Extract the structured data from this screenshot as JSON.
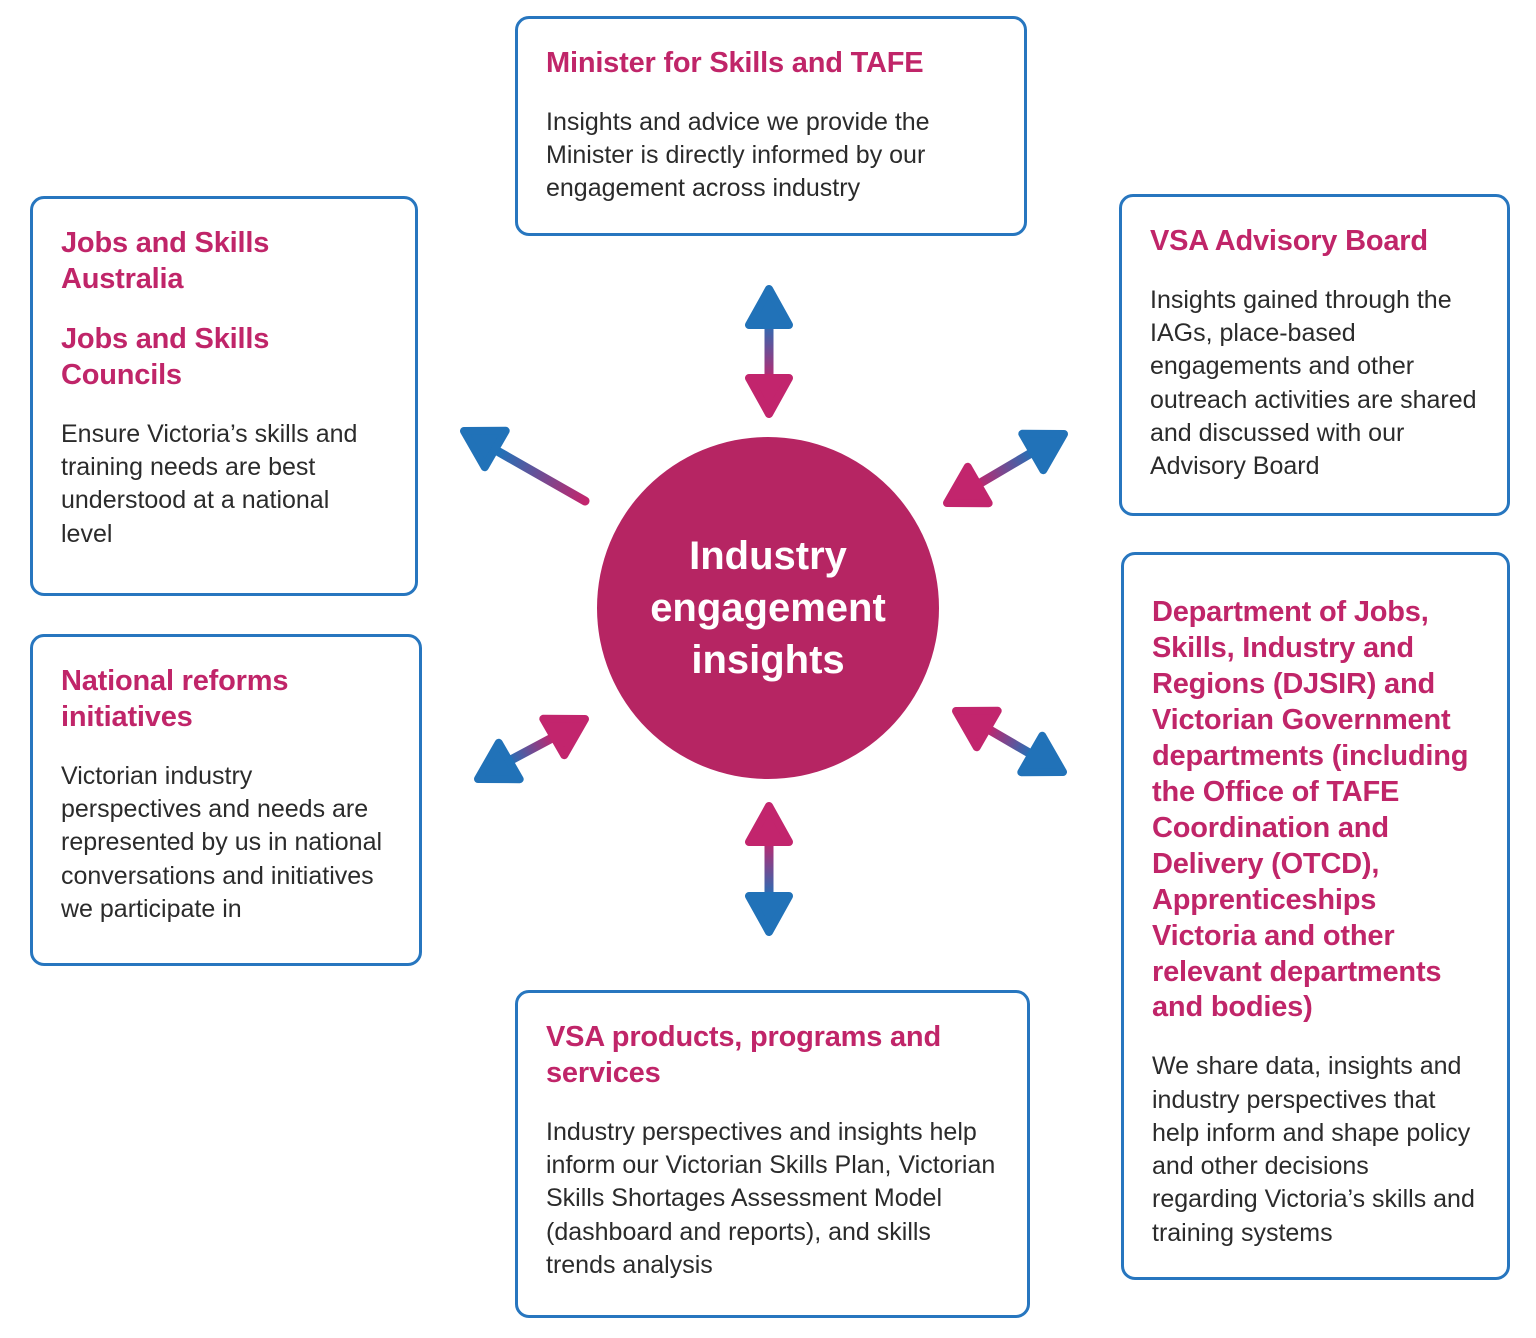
{
  "diagram": {
    "center": {
      "label": "Industry engagement insights"
    },
    "nodes": [
      {
        "id": "minister",
        "position": "top",
        "headings": [
          "Minister for Skills and TAFE"
        ],
        "body": "Insights and advice we provide the Minister is directly informed by our engagement across industry"
      },
      {
        "id": "jobs-and-skills",
        "position": "top-left",
        "headings": [
          "Jobs and Skills Australia",
          "Jobs and Skills Councils"
        ],
        "body": "Ensure Victoria’s skills and training needs are best understood at a national level"
      },
      {
        "id": "national-reforms",
        "position": "bottom-left",
        "headings": [
          "National reforms initiatives"
        ],
        "body": "Victorian industry perspectives and needs are represented by us in national conversations and initiatives we participate in"
      },
      {
        "id": "vsa-advisory-board",
        "position": "top-right",
        "headings": [
          "VSA Advisory Board"
        ],
        "body": "Insights gained through the IAGs, place-based engagements and other outreach activities are shared and discussed with our Advisory Board"
      },
      {
        "id": "djsir",
        "position": "right",
        "headings": [
          "Department of Jobs, Skills, Industry and Regions (DJSIR) and Victorian Government departments (including the Office of TAFE Coordination and Delivery (OTCD), Apprenticeships Victoria and other relevant departments and bodies)"
        ],
        "body": "We share data, insights and industry perspectives that help inform and shape policy and other decisions regarding Victoria’s skills and training systems"
      },
      {
        "id": "vsa-products",
        "position": "bottom",
        "headings": [
          "VSA products, programs and services"
        ],
        "body": "Industry perspectives and insights help inform our Victorian Skills Plan, Victorian Skills Shortages Assessment Model (dashboard and reports), and skills trends analysis"
      }
    ],
    "colors": {
      "heading_pink": "#c02569",
      "circle_pink": "#b62563",
      "arrow_blue": "#2172b8",
      "arrow_pink": "#c2256d",
      "box_border": "#2776bf",
      "body_text": "#2b2b2b"
    }
  }
}
